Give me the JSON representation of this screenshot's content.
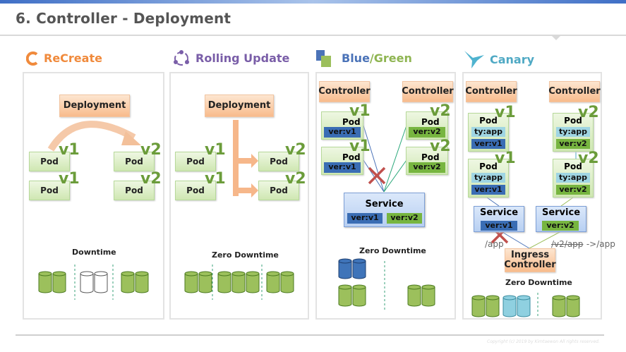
{
  "title": "6. Controller - Deployment",
  "copyright": "Copyright (c) 2019 by Kimtaewon All rights reserved.",
  "headers": {
    "recreate": "ReCreate",
    "rolling": "Rolling Update",
    "blue": "Blue",
    "slash": "/",
    "green": "Green",
    "canary": "Canary"
  },
  "colors": {
    "recreate": "#f08a3c",
    "rolling": "#7a5ea8",
    "blue": "#4b73b8",
    "green": "#8fb552",
    "canary": "#4fa9c4",
    "cross": "#c0504d"
  },
  "labels": {
    "deployment": "Deployment",
    "controller": "Controller",
    "pod": "Pod",
    "v1": "v1",
    "v2": "v2",
    "ver_v1": "ver:v1",
    "ver_v2": "ver:v2",
    "ty_app": "ty:app",
    "service": "Service",
    "ingress": "Ingress Controller",
    "path_app": "/app",
    "path_v2_struck": "/v2/app",
    "path_rewrite": " ->/app"
  },
  "captions": {
    "recreate": "Downtime",
    "rolling": "Zero Downtime",
    "bluegreen": "Zero Downtime",
    "canary": "Zero Downtime"
  }
}
